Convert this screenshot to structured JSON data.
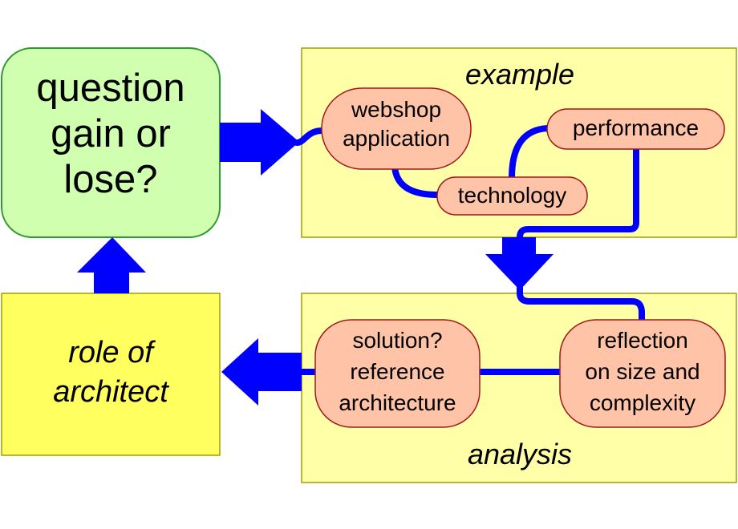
{
  "question_box": {
    "text": "question\ngain or\nlose?"
  },
  "example_panel": {
    "title": "example"
  },
  "analysis_panel": {
    "title": "analysis"
  },
  "role_box": {
    "text": "role of\narchitect"
  },
  "nodes": {
    "webshop": "webshop\napplication",
    "technology": "technology",
    "performance": "performance",
    "reflection": "reflection\non size and\ncomplexity",
    "solution": "solution?\nreference\narchitecture"
  },
  "colors": {
    "question_fill": "#d0ffb0",
    "question_border": "#2f9a2f",
    "panel_fill": "#ffffa8",
    "panel_border": "#a0a000",
    "role_fill": "#ffff60",
    "node_fill": "#ffc4a8",
    "node_border": "#a01818",
    "arrow": "#0000ff"
  },
  "icons": [
    "arrow-right-icon",
    "arrow-down-icon",
    "arrow-up-icon",
    "arrow-left-icon"
  ]
}
